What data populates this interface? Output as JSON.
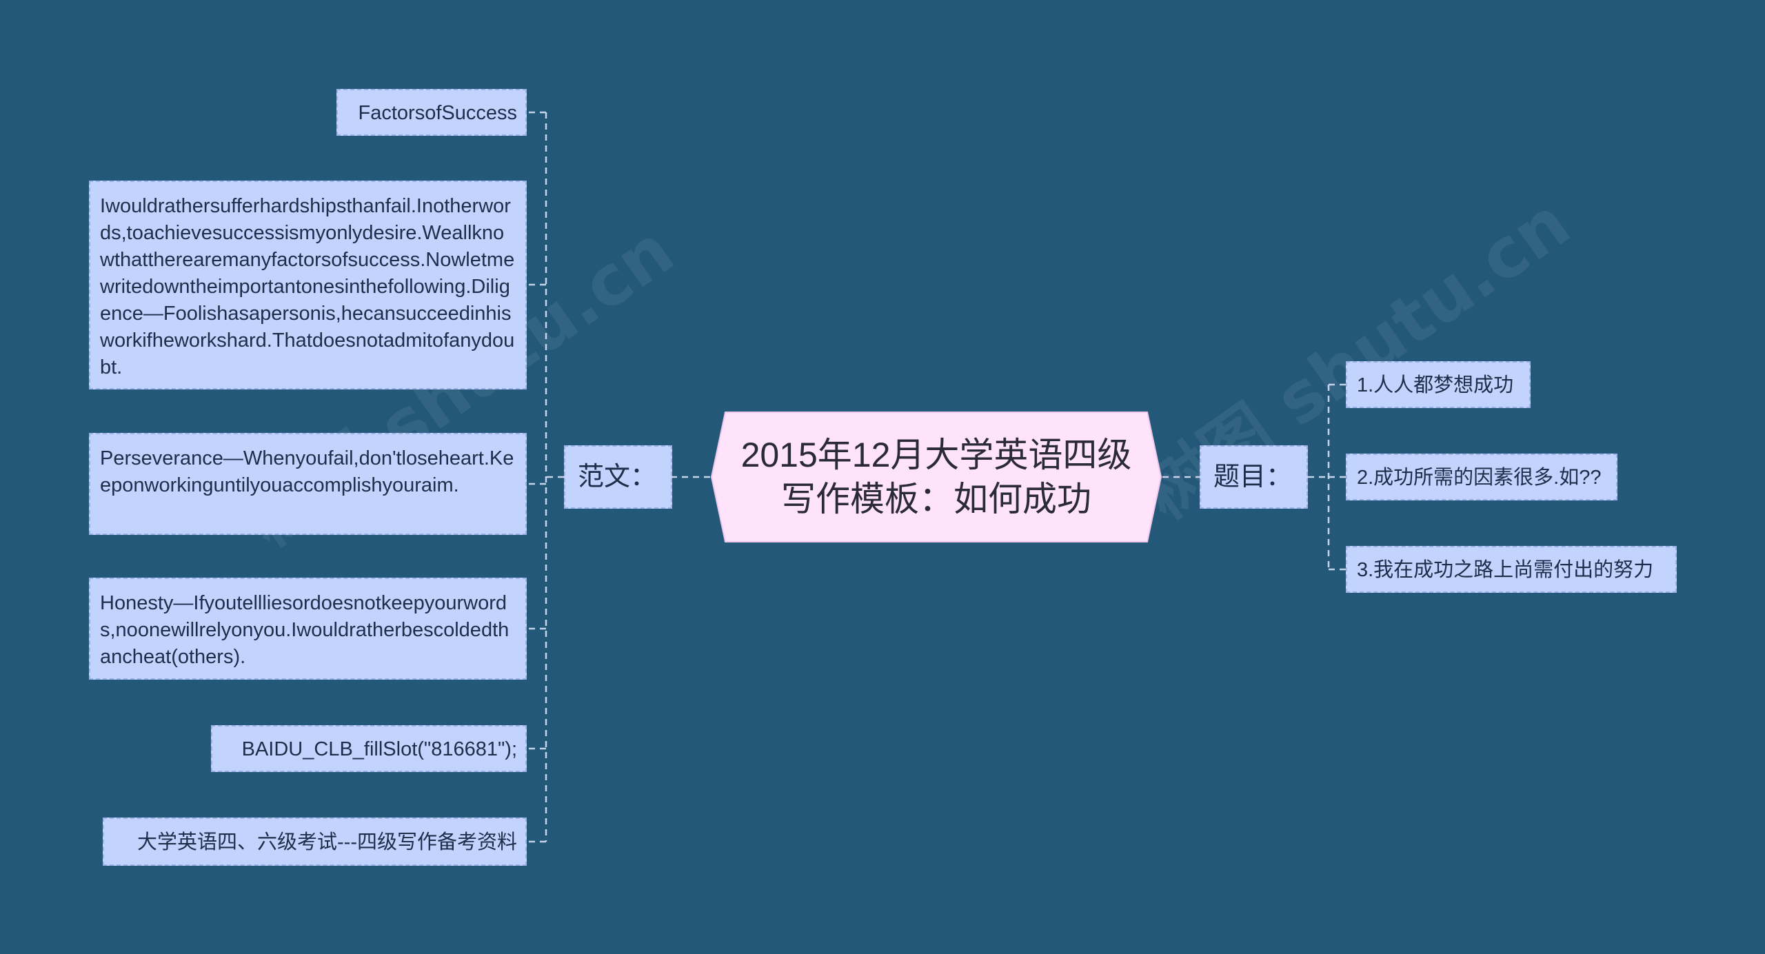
{
  "root": {
    "title": "2015年12月大学英语四级写作模板：如何成功"
  },
  "left_branch": {
    "label": "范文：",
    "items": [
      "FactorsofSuccess",
      "Iwouldrathersufferhardshipsthanfail.Inotherwords,toachievesuccessismyonlydesire.Weallknowthattherearemanyfactorsofsuccess.Nowletmewritedowntheimportantonesinthefollowing.Diligence—Foolishasapersonis,hecansucceedinhisworkifheworkshard.Thatdoesnotadmitofanydoubt.",
      "Perseverance—Whenyoufail,don'tloseheart.Keeponworkinguntilyouaccomplishyouraim.",
      "Honesty—Ifyoutellliesordoesnotkeepyourwords,noonewillrelyonyou.Iwouldratherbescoldedthancheat(others).",
      "BAIDU_CLB_fillSlot(\"816681\");",
      "大学英语四、六级考试---四级写作备考资料"
    ]
  },
  "right_branch": {
    "label": "题目：",
    "items": [
      "1.人人都梦想成功",
      "2.成功所需的因素很多.如??",
      "3.我在成功之路上尚需付出的努力"
    ]
  },
  "colors": {
    "background": "#245879",
    "node_fill": "#c2d3fd",
    "root_fill": "#ffe3fb",
    "connector": "#c7d3ea"
  }
}
